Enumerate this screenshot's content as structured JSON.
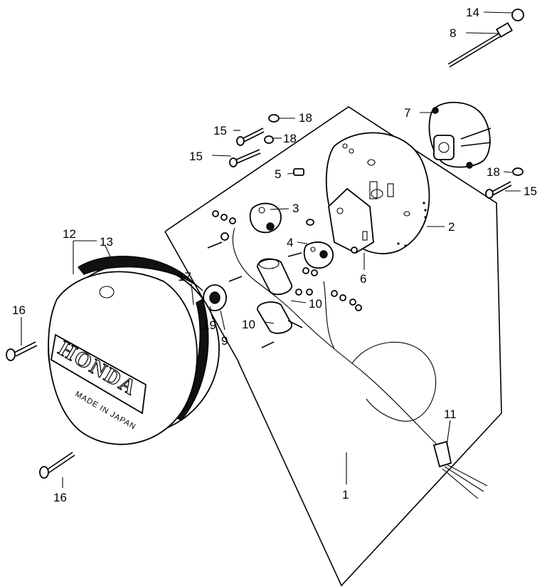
{
  "labels": {
    "p1": "1",
    "p2": "2",
    "p3": "3",
    "p4": "4",
    "p5": "5",
    "p6": "6",
    "p7": "7",
    "p8": "8",
    "p9": "9",
    "p10a": "10",
    "p10b": "10",
    "p11": "11",
    "p12": "12",
    "p13": "13",
    "p14": "14",
    "p15a": "15",
    "p15b": "15",
    "p15c": "15",
    "p16a": "16",
    "p16b": "16",
    "p17": "17",
    "p18a": "18",
    "p18b": "18",
    "p18c": "18",
    "p19": "19"
  },
  "cover": {
    "brand": "HONDA",
    "caption": "MADE IN JAPAN"
  }
}
